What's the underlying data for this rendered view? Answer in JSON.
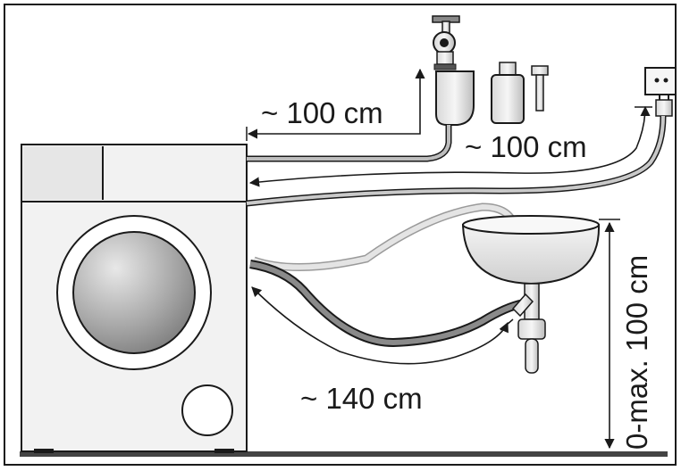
{
  "labels": {
    "inlet_distance": "~ 100 cm",
    "power_distance": "~ 100 cm",
    "drain_distance": "~ 140 cm",
    "drain_height": "0-max. 100 cm"
  },
  "colors": {
    "outline": "#1a1a1a",
    "machine_fill": "#f2f2f2",
    "hose_grey": "#8a8a8a",
    "hose_light": "#dcdcdc",
    "porthole_glass": "#9a9a9a"
  }
}
